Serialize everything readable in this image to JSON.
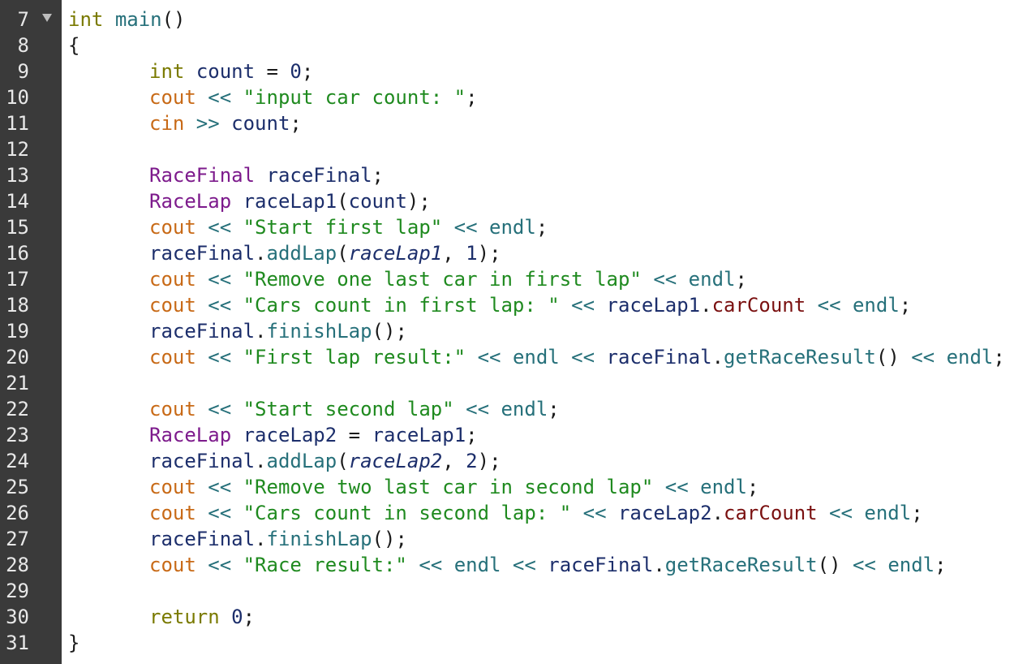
{
  "gutter": {
    "line_numbers": [
      "7",
      "8",
      "9",
      "10",
      "11",
      "12",
      "13",
      "14",
      "15",
      "16",
      "17",
      "18",
      "19",
      "20",
      "21",
      "22",
      "23",
      "24",
      "25",
      "26",
      "27",
      "28",
      "29",
      "30",
      "31"
    ]
  },
  "code": {
    "kw_int": "int",
    "main_name": "main",
    "parens_empty": "()",
    "brace_open": "{",
    "brace_close": "}",
    "count": "count",
    "assign": " = ",
    "zero": "0",
    "semi": ";",
    "cout": "cout",
    "cin": "cin",
    "op_out": " << ",
    "op_in": " >> ",
    "endl": "endl",
    "str_input": "\"input car count: \"",
    "cls_race_final": "RaceFinal",
    "cls_race_lap": "RaceLap",
    "var_race_final": "raceFinal",
    "var_race_lap1": "raceLap1",
    "var_race_lap2": "raceLap2",
    "paren_open": "(",
    "paren_close": ")",
    "dot": ".",
    "comma_space": ", ",
    "one": "1",
    "two": "2",
    "fn_add_lap": "addLap",
    "fn_finish_lap": "finishLap",
    "fn_get_race_result": "getRaceResult",
    "member_car_count": "carCount",
    "str_start_first": "\"Start first lap\"",
    "str_remove_one": "\"Remove one last car in first lap\"",
    "str_cars_first": "\"Cars count in first lap: \"",
    "str_first_result": "\"First lap result:\"",
    "str_start_second": "\"Start second lap\"",
    "str_remove_two": "\"Remove two last car in second lap\"",
    "str_cars_second": "\"Cars count in second lap: \"",
    "str_race_result": "\"Race result:\"",
    "kw_return": "return",
    "space": " "
  }
}
